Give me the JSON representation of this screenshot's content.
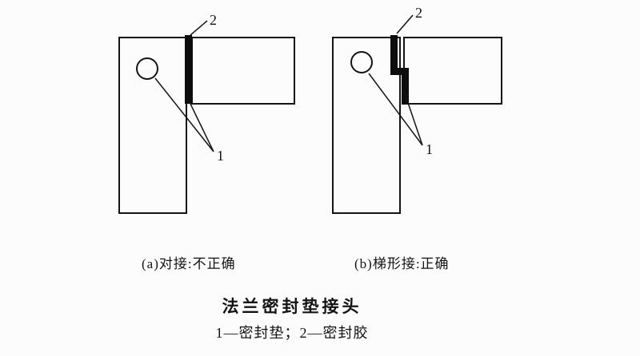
{
  "figure": {
    "label_1": "1",
    "label_2": "2",
    "caption_a": "(a)对接:不正确",
    "caption_b": "(b)梯形接:正确",
    "title": "法兰密封垫接头",
    "legend": "1—密封垫；2—密封胶"
  },
  "colors": {
    "line": "#141414",
    "fill": "#fcfcfc",
    "seam": "#0d0d0d"
  }
}
